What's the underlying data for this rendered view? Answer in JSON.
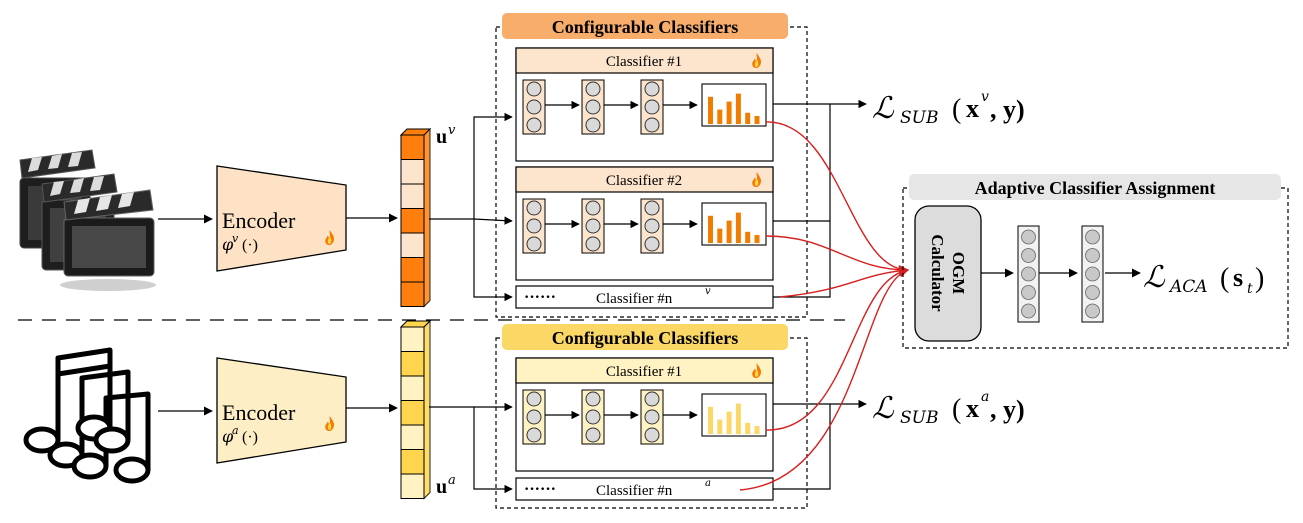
{
  "colors": {
    "video_accent": "#ff7f0e",
    "video_dark": "#e06a00",
    "video_light": "#fde4cc",
    "audio_accent": "#ffd54f",
    "audio_light": "#fff3c4",
    "encoder_video": "#fde2c6",
    "encoder_audio": "#fdeec5",
    "header_video": "#f9ad6b",
    "header_audio": "#fbd765",
    "aca_header": "#e6e6e6",
    "ogm_box": "#dcdcdc",
    "red_arrow": "#d62020",
    "neuron_fill": "#d9d9d9",
    "neuron_stroke": "#333333"
  },
  "video_branch": {
    "icon": "film-clapperboard-icon",
    "encoder_label": "Encoder",
    "encoder_sub": "φ",
    "encoder_sup": "v",
    "encoder_args": "(·)",
    "trainable_icon": "flame-icon",
    "feature_label": "u",
    "feature_sup": "v",
    "cells": [
      "dark",
      "light",
      "light",
      "dark",
      "light",
      "dark",
      "dark"
    ],
    "group_title": "Configurable Classifiers",
    "classifier_1_label": "Classifier #1",
    "classifier_2_label": "Classifier #2",
    "classifier_n_dots": "······",
    "classifier_n_label": "Classifier #n",
    "classifier_n_sup": "v",
    "output_bars": [
      0.85,
      0.45,
      0.7,
      0.95,
      0.35,
      0.25
    ],
    "loss_main": "ℒ",
    "loss_sub": "SUB",
    "loss_args_open": "(",
    "loss_x": "x",
    "loss_x_sup": "v",
    "loss_rest": ", y)"
  },
  "audio_branch": {
    "icon": "music-notes-icon",
    "encoder_label": "Encoder",
    "encoder_sub": "φ",
    "encoder_sup": "a",
    "encoder_args": "(·)",
    "trainable_icon": "flame-icon",
    "feature_label": "u",
    "feature_sup": "a",
    "cells": [
      "light",
      "dark",
      "light",
      "dark",
      "light",
      "dark",
      "light"
    ],
    "group_title": "Configurable Classifiers",
    "classifier_1_label": "Classifier #1",
    "classifier_n_dots": "······",
    "classifier_n_label": "Classifier #n",
    "classifier_n_sup": "a",
    "output_bars": [
      0.85,
      0.45,
      0.7,
      0.95,
      0.35,
      0.25
    ],
    "loss_main": "ℒ",
    "loss_sub": "SUB",
    "loss_args_open": "(",
    "loss_x": "x",
    "loss_x_sup": "a",
    "loss_rest": ", y)"
  },
  "aca": {
    "title": "Adaptive Classifier Assignment",
    "ogm_label_1": "OGM",
    "ogm_label_2": "Calculator",
    "loss_main": "ℒ",
    "loss_sub": "ACA",
    "loss_open": "(",
    "loss_s": "s",
    "loss_s_sub": "t",
    "loss_close": ")"
  }
}
